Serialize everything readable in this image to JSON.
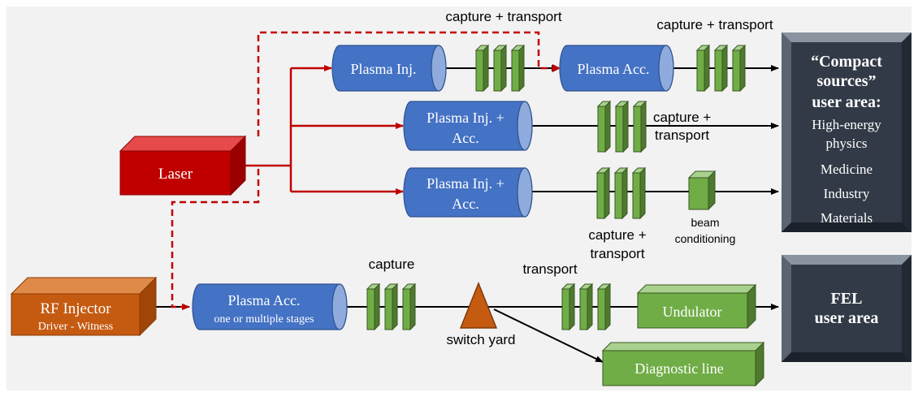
{
  "colors": {
    "background_panel": "#f2f2f2",
    "laser_red": "#c00000",
    "plasma_blue": "#4472c4",
    "magnet_green": "#70ad47",
    "rf_orange": "#c55a11",
    "user_area_dark": "#3b4452"
  },
  "labels": {
    "capture_transport_top_1": "capture + transport",
    "capture_transport_top_2": "capture + transport",
    "plasma_inj": "Plasma Inj.",
    "plasma_acc_top": "Plasma Acc.",
    "plasma_inj_acc_1_line1": "Plasma Inj. +",
    "plasma_inj_acc_1_line2": "Acc.",
    "capture_plus": "capture +",
    "transport": "transport",
    "plasma_inj_acc_2_line1": "Plasma Inj. +",
    "plasma_inj_acc_2_line2": "Acc.",
    "capture_plus_lower": "capture +",
    "transport_lower": "transport",
    "beam": "beam",
    "conditioning": "conditioning",
    "laser": "Laser",
    "rf_injector": "RF Injector",
    "driver_witness": "Driver - Witness",
    "plasma_acc_bottom": "Plasma Acc.",
    "one_or_multiple": "one or multiple stages",
    "capture_bottom": "capture",
    "transport_bottom": "transport",
    "switch_yard": "switch yard",
    "undulator": "Undulator",
    "diagnostic_line": "Diagnostic line"
  },
  "compact_area": {
    "title_line1": "“Compact",
    "title_line2": "sources”",
    "title_line3": "user area:",
    "items": [
      "High-energy",
      "physics",
      "Medicine",
      "Industry",
      "Materials"
    ]
  },
  "fel_area": {
    "line1": "FEL",
    "line2": "user area"
  }
}
